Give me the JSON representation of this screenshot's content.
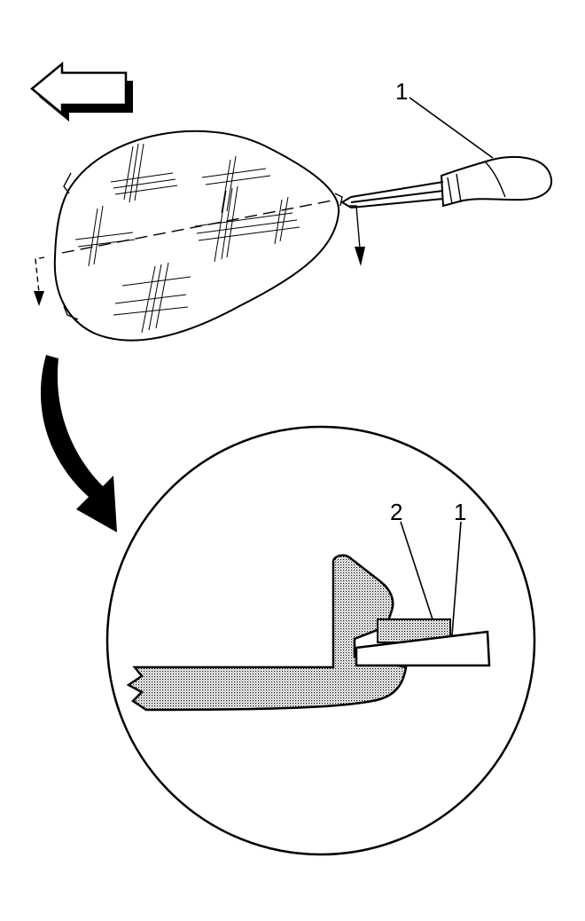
{
  "diagram": {
    "callouts": {
      "top_tool": "1",
      "detail_part": "2",
      "detail_tool": "1"
    },
    "colors": {
      "ink": "#000000",
      "background": "#ffffff",
      "stipple": "#bdbdbd"
    },
    "icons": {
      "direction_arrow": "left-arrow-icon",
      "curved_arrow": "curved-arrow-icon"
    }
  }
}
